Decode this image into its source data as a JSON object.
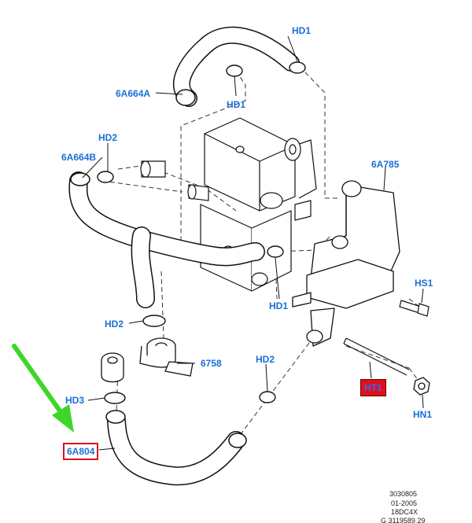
{
  "labels": {
    "hd1_top": "HD1",
    "p6a664a": "6A664A",
    "hd1_mid": "HD1",
    "hd2_top": "HD2",
    "p6a664b": "6A664B",
    "p6a785": "6A785",
    "hs1": "HS1",
    "hd1_low": "HD1",
    "hd2_mid": "HD2",
    "p6758": "6758",
    "hd2_right": "HD2",
    "ht1": "HT1",
    "hd3": "HD3",
    "hn1": "HN1",
    "p6a804": "6A804"
  },
  "reference": {
    "line1": "3030805",
    "line2": "01-2005",
    "line3": "18DC4X",
    "line4": "G 3119589 29"
  },
  "colors": {
    "label_text": "#1a6fd6",
    "highlight_box": "#e0101a",
    "arrow": "#3ed62a",
    "line_art": "#111111"
  },
  "icons": {
    "pointer": "green-arrow-icon"
  }
}
